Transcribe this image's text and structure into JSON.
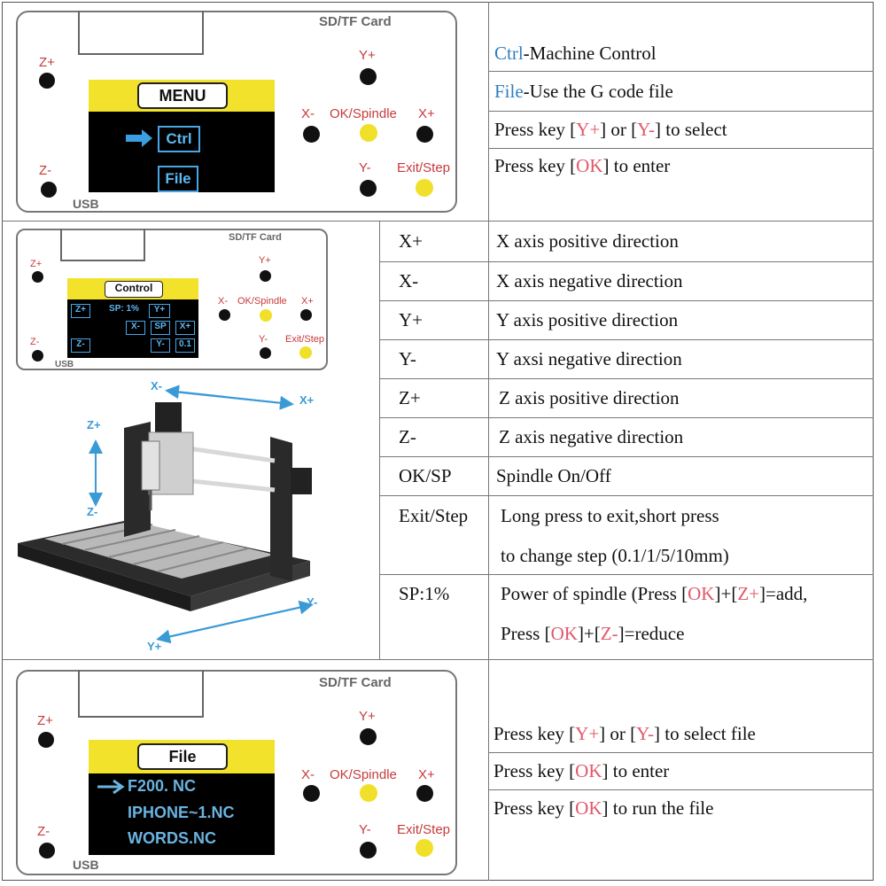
{
  "row1": {
    "panel": {
      "sd_label": "SD/TF Card",
      "usb_label": "USB",
      "screen_title": "MENU",
      "menu_items": [
        "Ctrl",
        "File"
      ],
      "buttons": {
        "z_plus": "Z+",
        "z_minus": "Z-",
        "y_plus": "Y+",
        "y_minus": "Y-",
        "x_minus": "X-",
        "x_plus": "X+",
        "ok": "OK/Spindle",
        "exit": "Exit/Step"
      }
    },
    "lines": [
      {
        "key": "Ctrl",
        "rest": "-Machine Control"
      },
      {
        "key": "File",
        "rest": "-Use the G code file"
      },
      {
        "pre": "Press key [",
        "k1": "Y+",
        "mid": "] or [",
        "k2": "Y-",
        "post": "] to select"
      },
      {
        "pre": "Press key [",
        "k1": "OK",
        "post": "] to enter"
      }
    ]
  },
  "row2": {
    "panel": {
      "sd_label": "SD/TF Card",
      "usb_label": "USB",
      "screen_title": "Control",
      "cells": [
        "Z+",
        "SP: 1%",
        "Y+",
        "X-",
        "SP",
        "X+",
        "Z-",
        "Y-",
        "0.1"
      ],
      "buttons": {
        "z_plus": "Z+",
        "z_minus": "Z-",
        "y_plus": "Y+",
        "y_minus": "Y-",
        "x_minus": "X-",
        "x_plus": "X+",
        "ok": "OK/Spindle",
        "exit": "Exit/Step"
      }
    },
    "axes": {
      "x_minus": "X-",
      "x_plus": "X+",
      "z_plus": "Z+",
      "z_minus": "Z-",
      "y_minus": "Y-",
      "y_plus": "Y+"
    },
    "table": [
      {
        "key": "X+",
        "desc": "X axis positive direction"
      },
      {
        "key": "X-",
        "desc": "X axis negative direction"
      },
      {
        "key": "Y+",
        "desc": "Y axis positive direction"
      },
      {
        "key": "Y-",
        "desc": "Y axsi negative direction"
      },
      {
        "key": "Z+",
        "desc": "Z axis positive direction"
      },
      {
        "key": "Z-",
        "desc": "Z axis negative direction"
      },
      {
        "key": "OK/SP",
        "desc": "Spindle On/Off"
      },
      {
        "key": "Exit/Step",
        "desc1": "Long press to exit,short press",
        "desc2": "to change step (0.1/1/5/10mm)"
      },
      {
        "key": "SP:1%",
        "d1a": "Power of spindle (Press [",
        "d1b": "OK",
        "d1c": "]+[",
        "d1d": "Z+",
        "d1e": "]=add,",
        "d2a": "Press [",
        "d2b": "OK",
        "d2c": "]+[",
        "d2d": "Z-",
        "d2e": "]=reduce"
      }
    ]
  },
  "row3": {
    "panel": {
      "sd_label": "SD/TF Card",
      "usb_label": "USB",
      "screen_title": "File",
      "files": [
        "F200. NC",
        "IPHONE~1.NC",
        "WORDS.NC"
      ],
      "buttons": {
        "z_plus": "Z+",
        "z_minus": "Z-",
        "y_plus": "Y+",
        "y_minus": "Y-",
        "x_minus": "X-",
        "x_plus": "X+",
        "ok": "OK/Spindle",
        "exit": "Exit/Step"
      }
    },
    "lines": [
      {
        "pre": "Press key [",
        "k1": "Y+",
        "mid": "] or [",
        "k2": "Y-",
        "post": "] to select file"
      },
      {
        "pre": "Press key [",
        "k1": "OK",
        "post": "] to enter"
      },
      {
        "pre": "Press key [",
        "k1": "OK",
        "post": "] to run the file"
      }
    ]
  }
}
